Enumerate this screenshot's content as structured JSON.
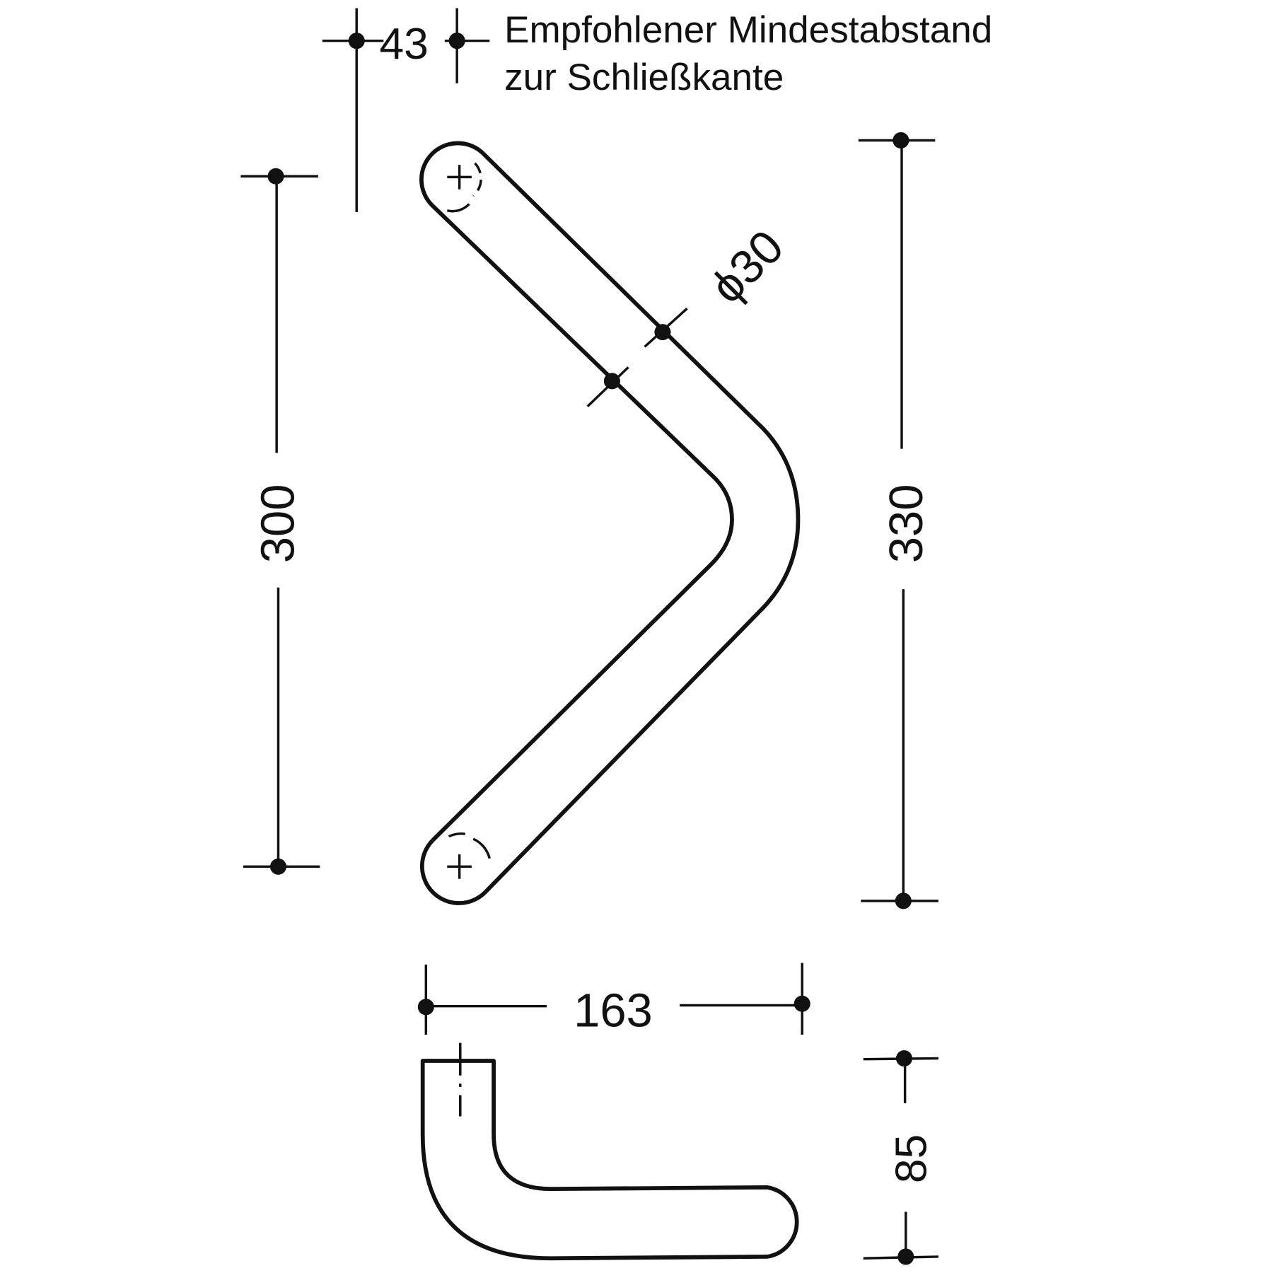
{
  "note": {
    "line1": "Empfohlener Mindestabstand",
    "line2": "zur Schließkante"
  },
  "dimensions": {
    "min_distance": "43",
    "height_inner": "300",
    "height_outer": "330",
    "diameter": "ϕ30",
    "width": "163",
    "projection": "85"
  },
  "colors": {
    "ink": "#111111",
    "background": "#ffffff"
  }
}
